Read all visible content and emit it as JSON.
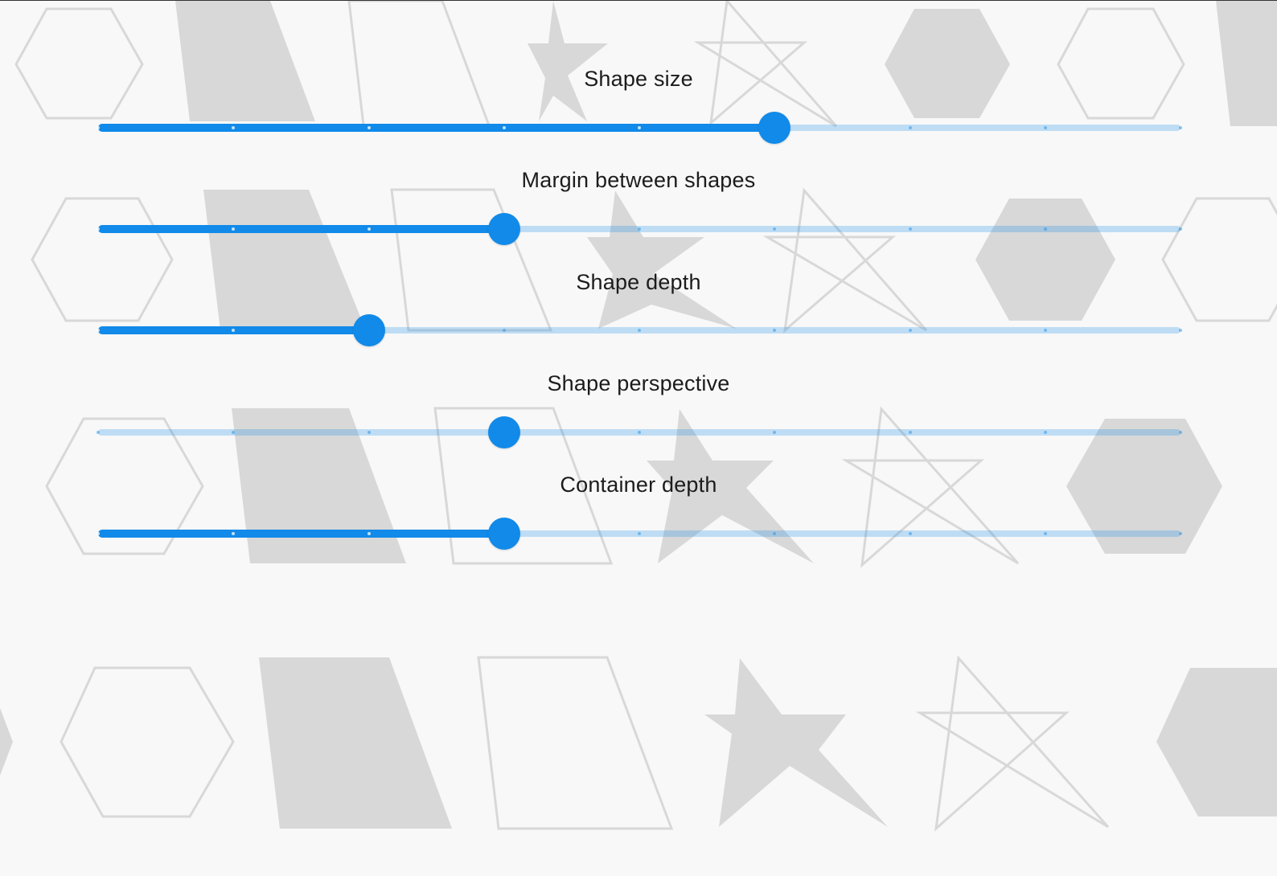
{
  "colors": {
    "background": "#f8f8f8",
    "accent": "#118ae9",
    "shape_fill": "#d8d8d8",
    "shape_stroke": "#d8d8d8",
    "label_text": "#1c1c1c"
  },
  "background_shapes": {
    "icons": [
      "hexagon-outline-icon",
      "trapezoid-filled-icon",
      "trapezoid-outline-icon",
      "star-filled-icon",
      "star-outline-icon",
      "hexagon-filled-icon"
    ]
  },
  "sliders": [
    {
      "id": "shape-size",
      "label": "Shape size",
      "value": 0.625,
      "divisions": 8,
      "enabled": true
    },
    {
      "id": "margin-between-shapes",
      "label": "Margin between shapes",
      "value": 0.375,
      "divisions": 8,
      "enabled": true
    },
    {
      "id": "shape-depth",
      "label": "Shape depth",
      "value": 0.25,
      "divisions": 8,
      "enabled": true
    },
    {
      "id": "shape-perspective",
      "label": "Shape perspective",
      "value": 0.375,
      "divisions": 8,
      "enabled": true,
      "active_track_visible": false
    },
    {
      "id": "container-depth",
      "label": "Container depth",
      "value": 0.375,
      "divisions": 8,
      "enabled": true
    }
  ]
}
